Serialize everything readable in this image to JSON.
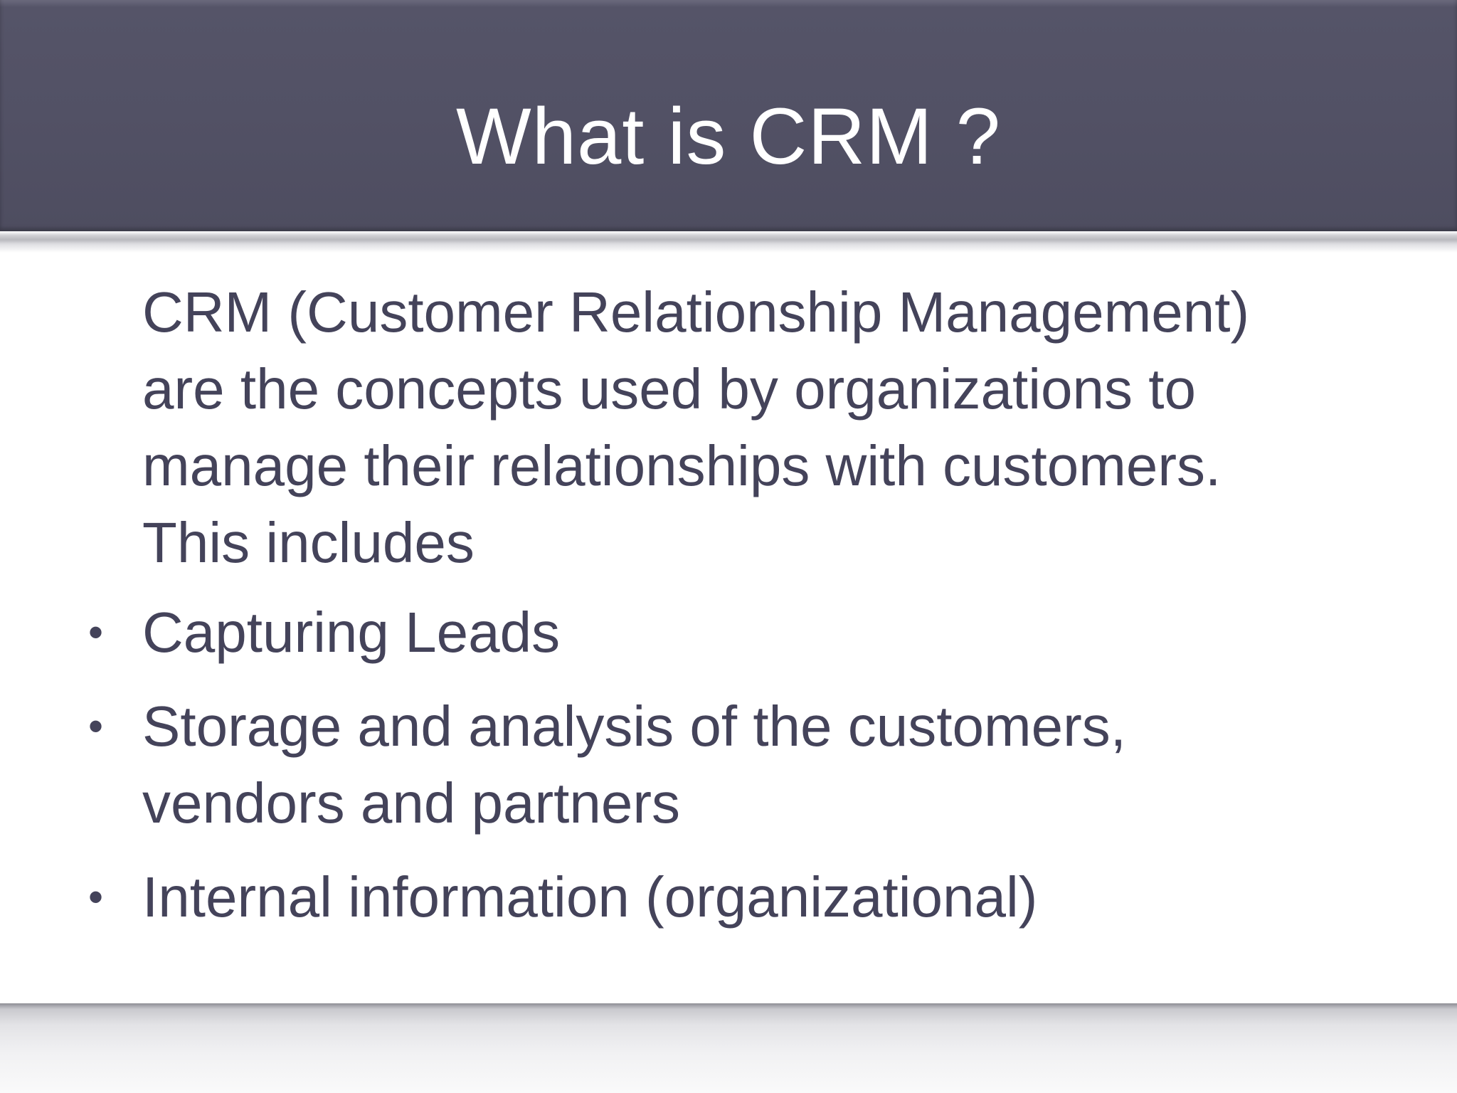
{
  "slide": {
    "title": "What is CRM ?",
    "intro": "CRM (Customer Relationship Management) are the concepts used by organizations to manage their relationships with customers. This includes",
    "bullet_glyph": "•",
    "bullets": [
      {
        "text": "Capturing Leads"
      },
      {
        "text": "Storage and analysis of the customers, vendors and partners"
      },
      {
        "text": "Internal information (organizational)"
      }
    ]
  },
  "colors": {
    "title_bar": "#525165",
    "title_text": "#ffffff",
    "body_text": "#44435a",
    "background": "#ffffff"
  }
}
